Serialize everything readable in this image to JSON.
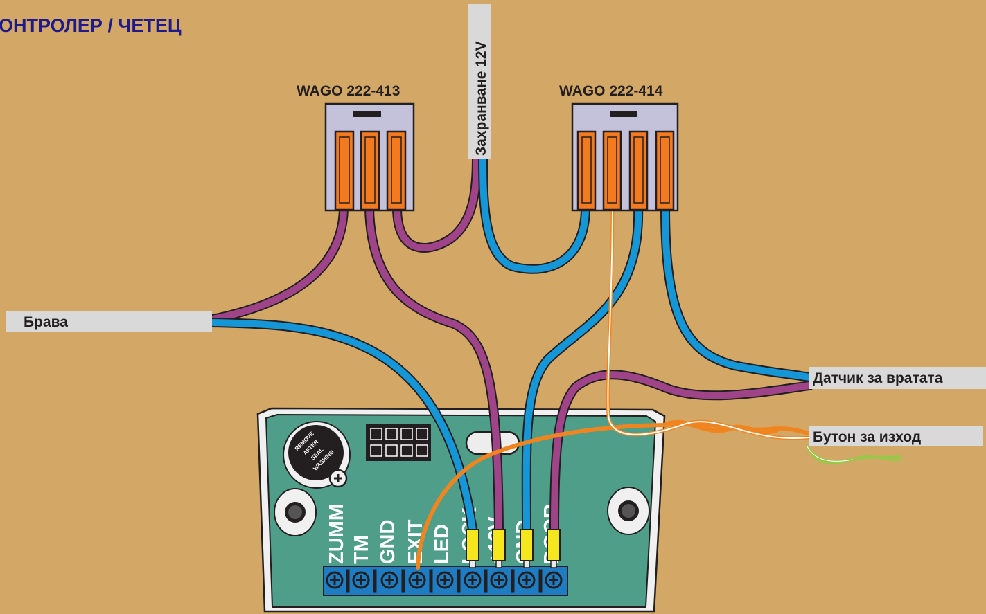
{
  "title": "ОНТРОЛЕР / ЧЕТЕЦ",
  "connectors": {
    "wago_left": "WAGO 222-413",
    "wago_right": "WAGO 222-414"
  },
  "power_label": "Захранване 12V",
  "labels": {
    "lock": "Брава",
    "door_sensor": "Датчик за вратата",
    "exit_button": "Бутон за изход"
  },
  "terminals": [
    "ZUMM",
    "TM",
    "GND",
    "EXIT",
    "LED",
    "LOCK",
    "+12V",
    "GND",
    "DOOR"
  ],
  "buzzer_text": [
    "REMOVE",
    "AFTER",
    "SEAL",
    "WASHING"
  ],
  "colors": {
    "background": "#D3A866",
    "board": "#4E9E8A",
    "wire_purple": "#A0448A",
    "wire_blue": "#1496D7",
    "wire_orange": "#F08520",
    "wire_green": "#9AC64A",
    "wago_body": "#C4C1DA",
    "wago_lever": "#F47A20",
    "terminal_block": "#1E7DC2",
    "ferrule": "#F5E61E",
    "label_box": "#D9D9D9"
  }
}
